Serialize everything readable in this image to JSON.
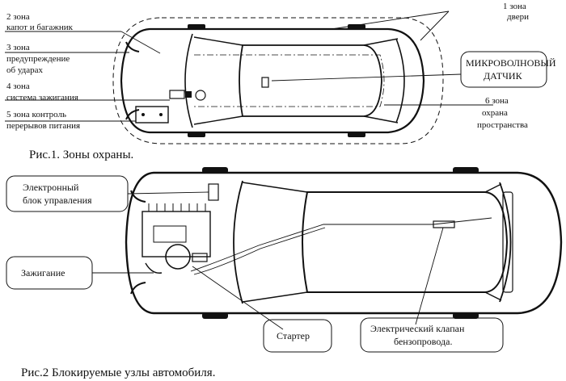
{
  "figure1": {
    "caption": "Рис.1. Зоны охраны.",
    "zone1": {
      "line1": "1 зона",
      "line2": "двери"
    },
    "zone2": {
      "line1": "2 зона",
      "line2": "капот и багажник"
    },
    "zone3": {
      "line1": "3 зона",
      "line2": "предупреждение",
      "line3": "об ударах"
    },
    "zone4": {
      "line1": "4 зона",
      "line2": "система зажигания"
    },
    "zone5": {
      "line1": "5 зона контроль",
      "line2": "перерывов питания"
    },
    "zone6": {
      "line1": "6 зона",
      "line2": "охрана",
      "line3": "пространства"
    },
    "sensor": {
      "line1": "МИКРОВОЛНОВЫЙ",
      "line2": "ДАТЧИК"
    }
  },
  "figure2": {
    "caption": "Рис.2 Блокируемые узлы автомобиля.",
    "ecu": {
      "line1": "Электронный",
      "line2": "блок управления"
    },
    "ignition": {
      "label": "Зажигание"
    },
    "starter": {
      "label": "Стартер"
    },
    "valve": {
      "line1": "Электрический клапан",
      "line2": "бензопровода."
    }
  }
}
